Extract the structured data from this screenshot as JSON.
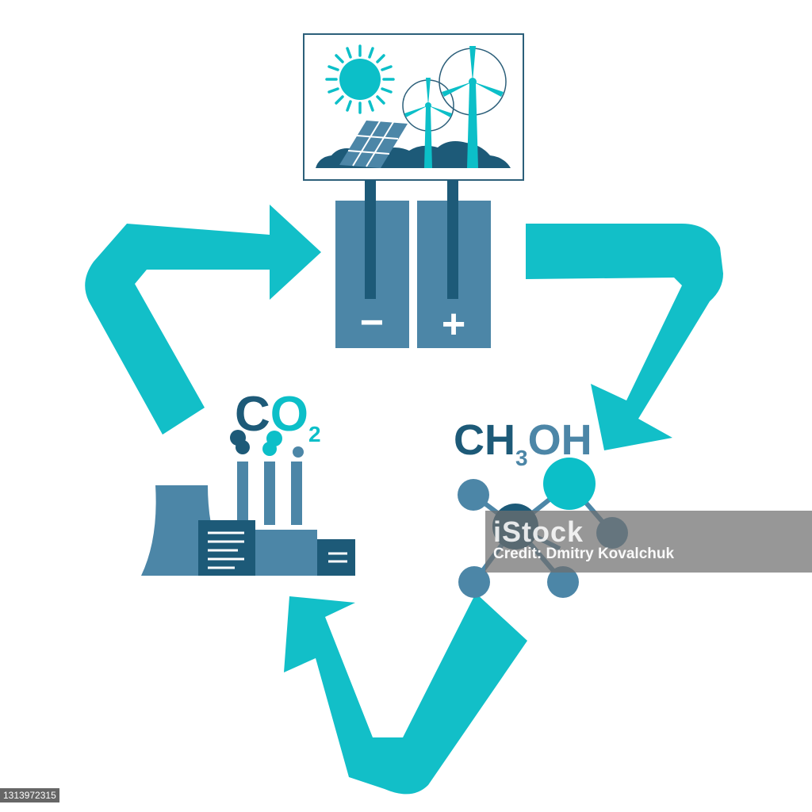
{
  "colors": {
    "arrow": "#12bfc8",
    "dark": "#1d5a78",
    "mid": "#4c86a7",
    "cyan": "#0cbfc8",
    "stroke": "#2c5f7a"
  },
  "icons": [
    "sun-icon",
    "solar-panel-icon",
    "wind-turbine-icon",
    "battery-icon",
    "factory-icon",
    "smoke-icon",
    "molecule-icon"
  ],
  "battery": {
    "negative": "−",
    "positive": "+"
  },
  "co2": {
    "c": "C",
    "o": "O",
    "sub": "2"
  },
  "methanol": {
    "ch": "CH",
    "sub": "3",
    "oh": "OH"
  },
  "watermark": {
    "logo": "iStock",
    "credit": "Credit: Dmitry Kovalchuk"
  },
  "image_id": "1313972315"
}
